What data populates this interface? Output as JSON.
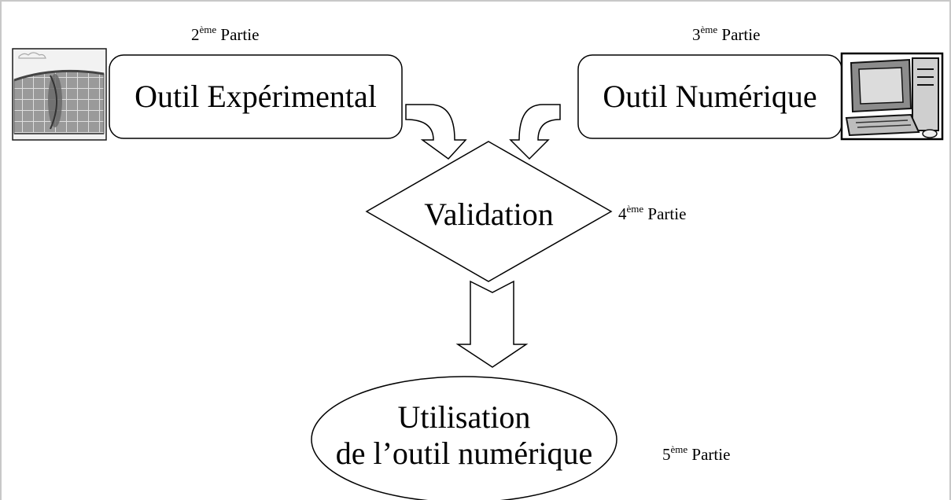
{
  "parts": {
    "p2": {
      "num": "2",
      "sup": "ème",
      "word": " Partie"
    },
    "p3": {
      "num": "3",
      "sup": "ème",
      "word": " Partie"
    },
    "p4": {
      "num": "4",
      "sup": "ème",
      "word": " Partie"
    },
    "p5": {
      "num": "5",
      "sup": "ème",
      "word": " Partie"
    }
  },
  "boxes": {
    "experimental": "Outil Expérimental",
    "numerique": "Outil Numérique",
    "validation": "Validation",
    "utilisation_line1": "Utilisation",
    "utilisation_line2": "de l’outil numérique"
  },
  "icons": {
    "left": "building-icon",
    "right": "computer-icon"
  }
}
